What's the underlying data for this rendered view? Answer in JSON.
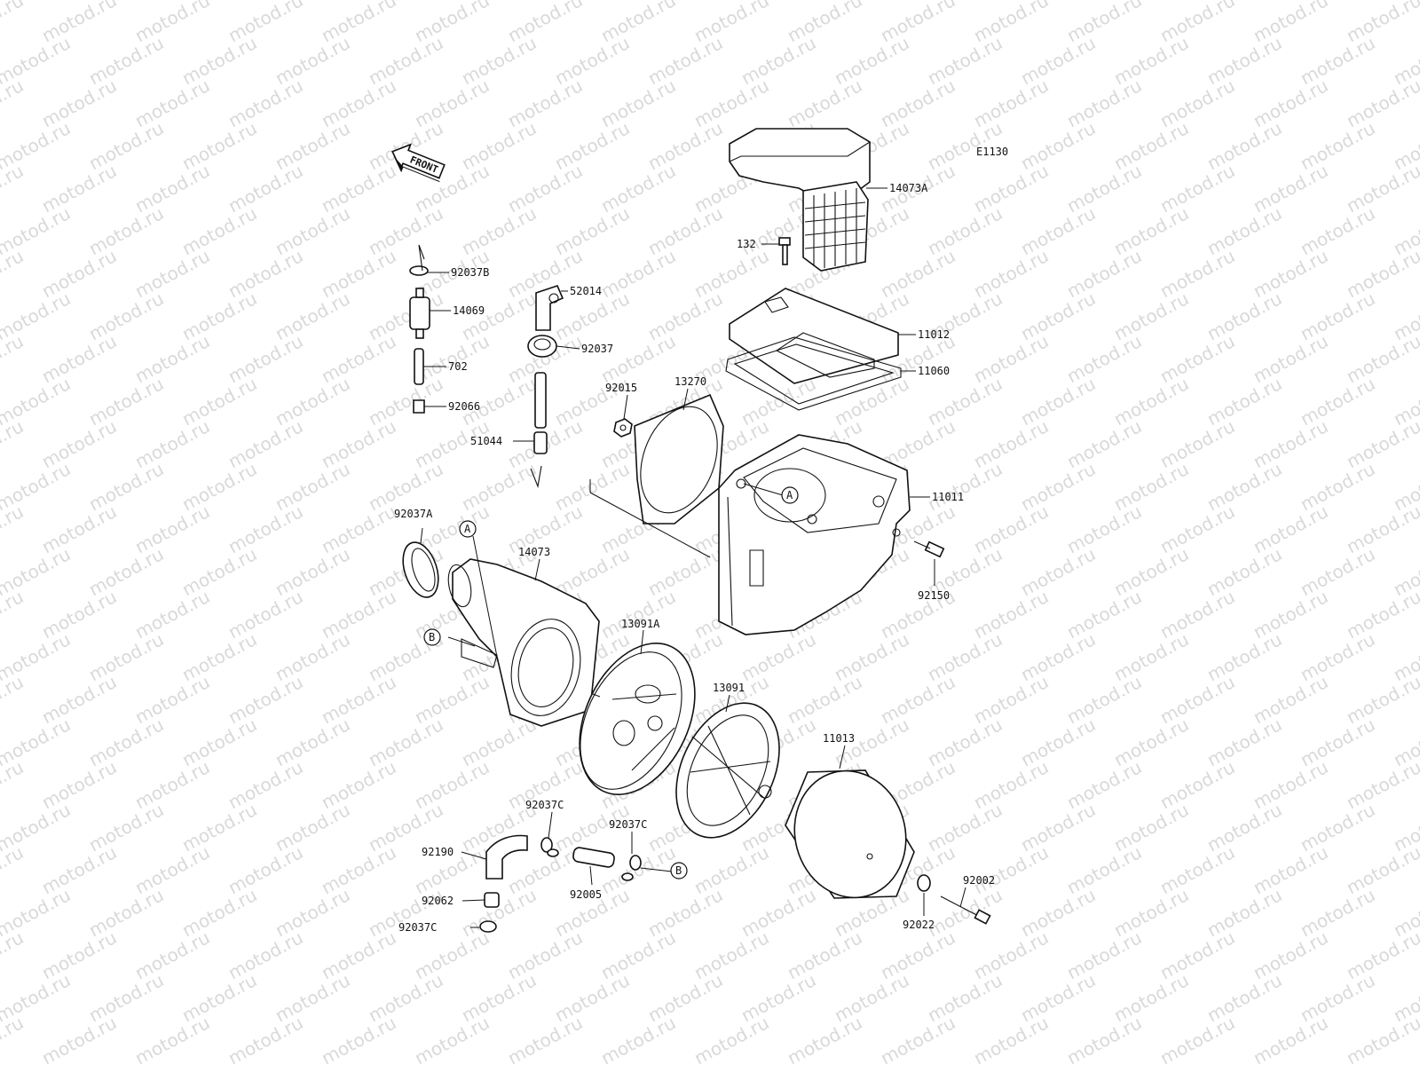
{
  "diagram_code": "E1130",
  "front_label": "FRONT",
  "watermark": "motod.ru",
  "reference_markers": [
    "A",
    "B"
  ],
  "part_numbers": [
    "14073A",
    "132",
    "11012",
    "11060",
    "13270",
    "92015",
    "11011",
    "92150",
    "92037B",
    "14069",
    "702",
    "92066",
    "52014",
    "92037",
    "51044",
    "92037A",
    "14073",
    "13091A",
    "13091",
    "11013",
    "92037C",
    "92190",
    "92062",
    "92005",
    "92002",
    "92022"
  ]
}
